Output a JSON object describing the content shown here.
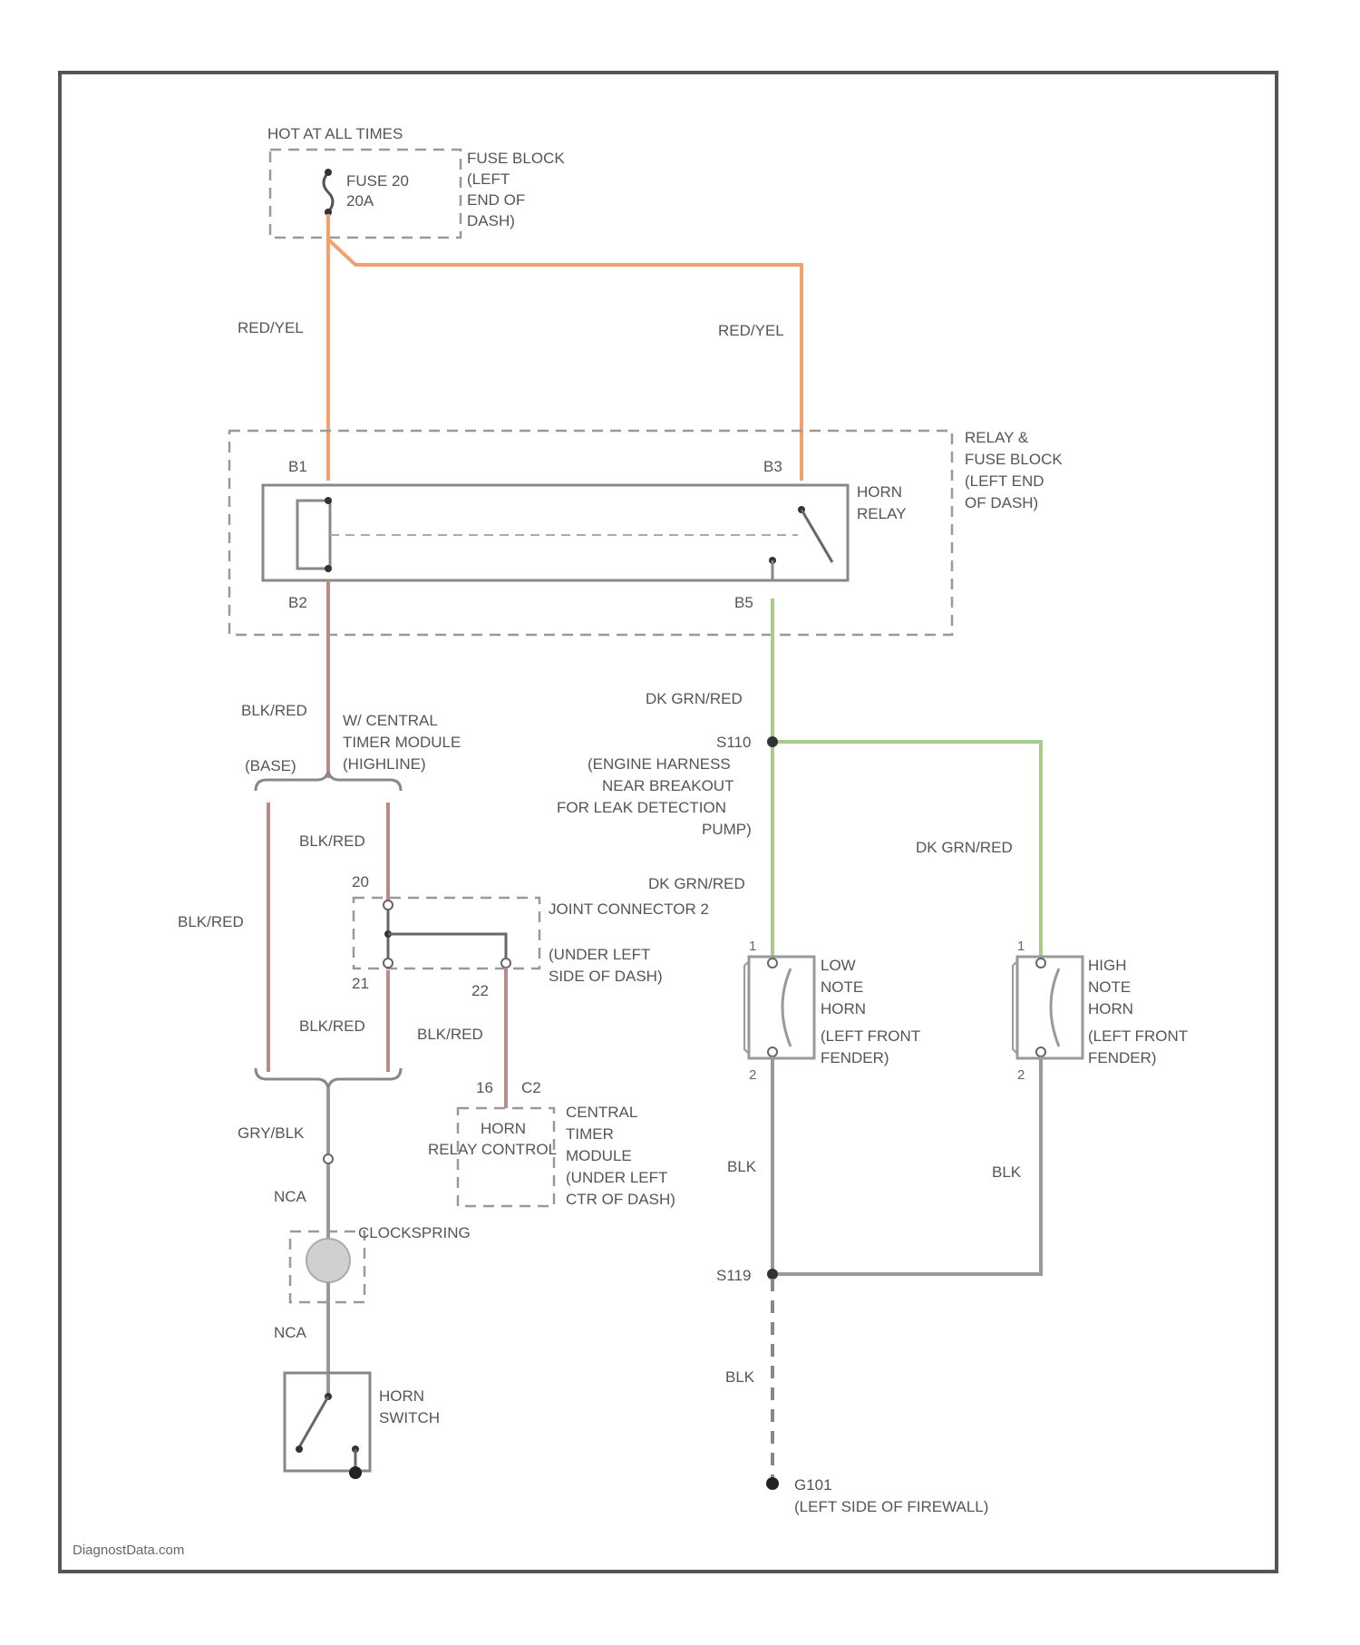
{
  "colors": {
    "wire_red_yel": "#f2a070",
    "wire_blk_red": "#b88a8a",
    "wire_dk_grn_red": "#a9cc8a",
    "wire_blk": "#999999",
    "frame": "#555555"
  },
  "labels": {
    "hot_at_all_times": "HOT AT ALL TIMES",
    "fuse_name": "FUSE 20",
    "fuse_rating": "20A",
    "fuse_block_1": "FUSE BLOCK",
    "fuse_block_2": "(LEFT",
    "fuse_block_3": "END OF",
    "fuse_block_4": "DASH)",
    "wire_red_yel_left": "RED/YEL",
    "wire_red_yel_right": "RED/YEL",
    "relay_block_1": "RELAY &",
    "relay_block_2": "FUSE BLOCK",
    "relay_block_3": "(LEFT END",
    "relay_block_4": "OF DASH)",
    "horn_relay_1": "HORN",
    "horn_relay_2": "RELAY",
    "pin_b1": "B1",
    "pin_b2": "B2",
    "pin_b3": "B3",
    "pin_b5": "B5",
    "wire_blk_red_top": "BLK/RED",
    "ctm_1": "W/ CENTRAL",
    "ctm_2": "TIMER MODULE",
    "ctm_3": "(HIGHLINE)",
    "base": "(BASE)",
    "wire_blk_red_a": "BLK/RED",
    "wire_blk_red_b": "BLK/RED",
    "wire_blk_red_c": "BLK/RED",
    "wire_blk_red_d": "BLK/RED",
    "pin_20": "20",
    "pin_21": "21",
    "pin_22": "22",
    "joint_1": "JOINT CONNECTOR 2",
    "joint_2": "(UNDER LEFT",
    "joint_3": "SIDE OF DASH)",
    "pin_16": "16",
    "pin_c2": "C2",
    "horn_relay_control_1": "HORN",
    "horn_relay_control_2": "RELAY CONTROL",
    "ctm_b_1": "CENTRAL",
    "ctm_b_2": "TIMER",
    "ctm_b_3": "MODULE",
    "ctm_b_4": "(UNDER LEFT",
    "ctm_b_5": "CTR OF DASH)",
    "wire_gry_blk": "GRY/BLK",
    "nca_1": "NCA",
    "nca_2": "NCA",
    "clockspring": "CLOCKSPRING",
    "horn_switch_1": "HORN",
    "horn_switch_2": "SWITCH",
    "wire_dk_grn_red_a": "DK GRN/RED",
    "wire_dk_grn_red_b": "DK GRN/RED",
    "wire_dk_grn_red_c": "DK GRN/RED",
    "splice_s110": "S110",
    "splice_note_1": "(ENGINE HARNESS",
    "splice_note_2": "NEAR BREAKOUT",
    "splice_note_3": "FOR LEAK DETECTION",
    "splice_note_4": "PUMP)",
    "low_horn_1": "LOW",
    "low_horn_2": "NOTE",
    "low_horn_3": "HORN",
    "low_horn_4": "(LEFT FRONT",
    "low_horn_5": "FENDER)",
    "high_horn_1": "HIGH",
    "high_horn_2": "NOTE",
    "high_horn_3": "HORN",
    "high_horn_4": "(LEFT FRONT",
    "high_horn_5": "FENDER)",
    "pin_low_1": "1",
    "pin_low_2": "2",
    "pin_high_1": "1",
    "pin_high_2": "2",
    "wire_blk_a": "BLK",
    "wire_blk_b": "BLK",
    "splice_s119": "S119",
    "wire_blk_c": "BLK",
    "ground_g101": "G101",
    "ground_note": "(LEFT SIDE OF FIREWALL)",
    "watermark": "DiagnostData.com"
  }
}
